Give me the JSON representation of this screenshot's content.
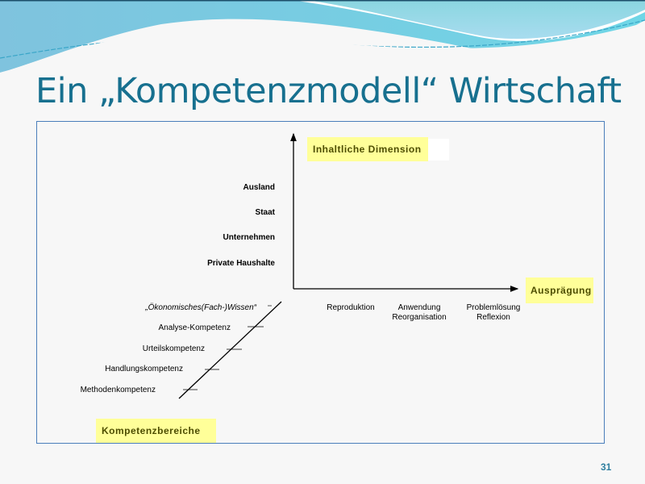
{
  "slide": {
    "title": "Ein „Kompetenzmodell“ Wirtschaft",
    "page_number": "31"
  },
  "diagram": {
    "y_axis_label": "Inhaltliche Dimension",
    "x_axis_label": "Ausprägung",
    "z_axis_label": "Kompetenzbereiche",
    "content_levels": [
      "Ausland",
      "Staat",
      "Unternehmen",
      "Private Haushalte"
    ],
    "levels": [
      {
        "line1": "Reproduktion",
        "line2": ""
      },
      {
        "line1": "Anwendung",
        "line2": "Reorganisation"
      },
      {
        "line1": "Problemlösung",
        "line2": "Reflexion"
      }
    ],
    "competencies": [
      "„Ökonomisches(Fach-)Wissen“",
      "Analyse-Kompetenz",
      "Urteilskompetenz",
      "Handlungskompetenz",
      "Methodenkompetenz"
    ]
  },
  "colors": {
    "title": "#17708f",
    "highlight": "#ffff99",
    "frame": "#4a7ebb"
  }
}
